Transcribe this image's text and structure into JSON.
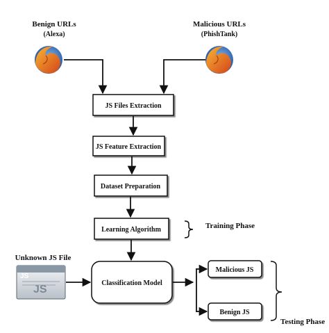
{
  "sources": {
    "benign": {
      "line1": "Benign URLs",
      "line2": "(Alexa)",
      "icon": "firefox-icon"
    },
    "malicious": {
      "line1": "Malicious URLs",
      "line2": "(PhishTank)",
      "icon": "firefox-icon"
    }
  },
  "steps": {
    "js_files_extraction": "JS Files Extraction",
    "js_feature_extraction": "JS Feature Extraction",
    "dataset_preparation": "Dataset Preparation",
    "learning_algorithm": "Learning Algorithm",
    "classification_model": "Classification Model"
  },
  "unknown_file": {
    "label": "Unknown JS File",
    "icon_text": "JS",
    "icon": "js-file-icon"
  },
  "outputs": {
    "malicious": "Malicious JS",
    "benign": "Benign JS"
  },
  "phases": {
    "training": "Training Phase",
    "testing": "Testing Phase"
  },
  "colors": {
    "line": "#111111",
    "box_fill": "#ffffff",
    "firefox_orange": "#e8701a",
    "firefox_blue": "#2a5fa8"
  }
}
